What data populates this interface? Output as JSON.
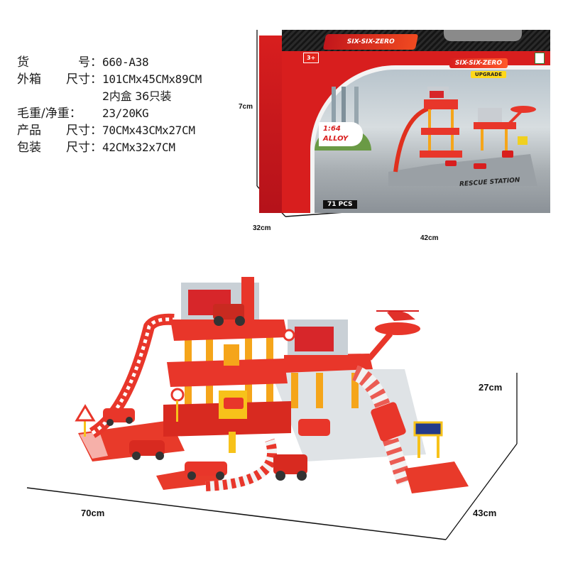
{
  "specs": [
    {
      "label_parts": [
        "货",
        "号"
      ],
      "value": "660-A38"
    },
    {
      "label_parts": [
        "外箱",
        "尺寸"
      ],
      "value": "101CMx45CMx89CM"
    },
    {
      "label_parts": [],
      "value": "2内盒 36只装"
    },
    {
      "label_parts": [
        "毛重/净重"
      ],
      "value": "23/20KG"
    },
    {
      "label_parts": [
        "产品",
        "尺寸"
      ],
      "value": "70CMx43CMx27CM"
    },
    {
      "label_parts": [
        "包装",
        "尺寸"
      ],
      "value": "42CMx32x7CM"
    }
  ],
  "spec_separator": "：",
  "spec_labels": {
    "row0_a": "货",
    "row0_b": "号",
    "row1_a": "外箱",
    "row1_b": "尺寸",
    "row3_a": "毛重/净重",
    "row4_a": "产品",
    "row4_b": "尺寸",
    "row5_a": "包装",
    "row5_b": "尺寸"
  },
  "package": {
    "dimensions": {
      "height": "7cm",
      "depth": "32cm",
      "width": "42cm"
    },
    "logo_text": "SIX-SIX-ZERO",
    "age_badge": "3+",
    "brand_text": "SIX-SIX-ZERO",
    "upgrade_badge": "UPGRADE",
    "scale_line1": "1:64",
    "scale_line2": "ALLOY",
    "piece_count_number": "71",
    "piece_count_label": "PCS",
    "title": "RESCUE STATION",
    "colors": {
      "primary_red": "#d81e1e",
      "dark_stripe": "#1a1a1a",
      "accent_yellow": "#ffd81a"
    }
  },
  "product": {
    "dimensions": {
      "height": "27cm",
      "depth": "43cm",
      "width": "70cm"
    },
    "colors": {
      "red": "#e0301e",
      "yellow": "#f5b21a",
      "gray_track": "#dfe3e6",
      "white": "#ffffff"
    }
  }
}
